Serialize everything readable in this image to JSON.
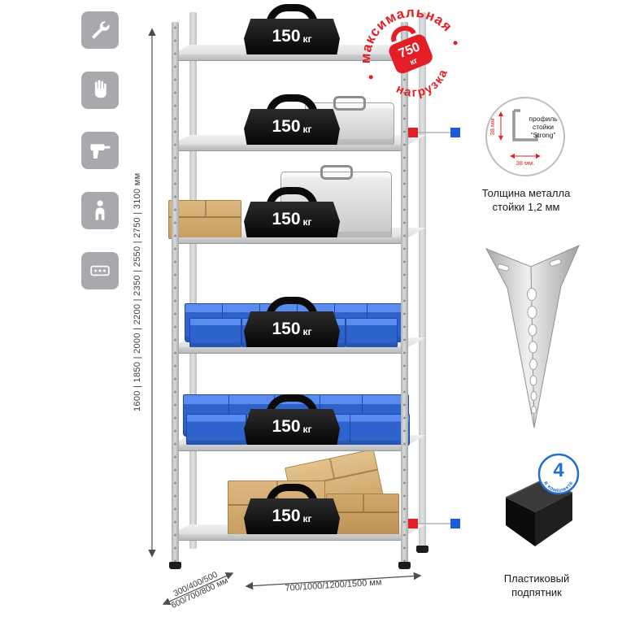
{
  "palette": {
    "red": "#e31e24",
    "blue_accent": "#1d5bd8",
    "bin_blue": "#2e63cc",
    "icon_gray": "#a7a9ac",
    "metal_gray": "#c8cacc"
  },
  "left_toolbar": {
    "icons": [
      {
        "name": "wrench-icon"
      },
      {
        "name": "work-gloves-icon"
      },
      {
        "name": "drill-icon"
      },
      {
        "name": "person-icon"
      },
      {
        "name": "perforated-beam-icon"
      }
    ]
  },
  "shelf_weights": [
    {
      "value": "150",
      "unit": "кг"
    },
    {
      "value": "150",
      "unit": "кг"
    },
    {
      "value": "150",
      "unit": "кг"
    },
    {
      "value": "150",
      "unit": "кг"
    },
    {
      "value": "150",
      "unit": "кг"
    },
    {
      "value": "150",
      "unit": "кг"
    }
  ],
  "stamp": {
    "arc_top": "максимальная",
    "arc_bottom": "нагрузка",
    "weight_value": "750",
    "weight_unit": "кг"
  },
  "profile_callout": {
    "line1": "профиль",
    "line2": "стойки",
    "line3": "“Strong”",
    "dim_vertical": "38 мм",
    "dim_horizontal": "38 мм.",
    "caption_line1": "Толщина металла",
    "caption_line2": "стойки 1,2 мм"
  },
  "foot_callout": {
    "badge_number": "4",
    "badge_text": "в комплекте",
    "caption_line1": "Пластиковый",
    "caption_line2": "подпятник"
  },
  "dimensions": {
    "height": "1600 | 1850 | 2000 | 2200 | 2350 | 2550 | 2750 | 3100 мм",
    "depth_line1": "300/400/500",
    "depth_line2": "600/700/800 мм",
    "width": "700/1000/1200/1500 мм"
  }
}
